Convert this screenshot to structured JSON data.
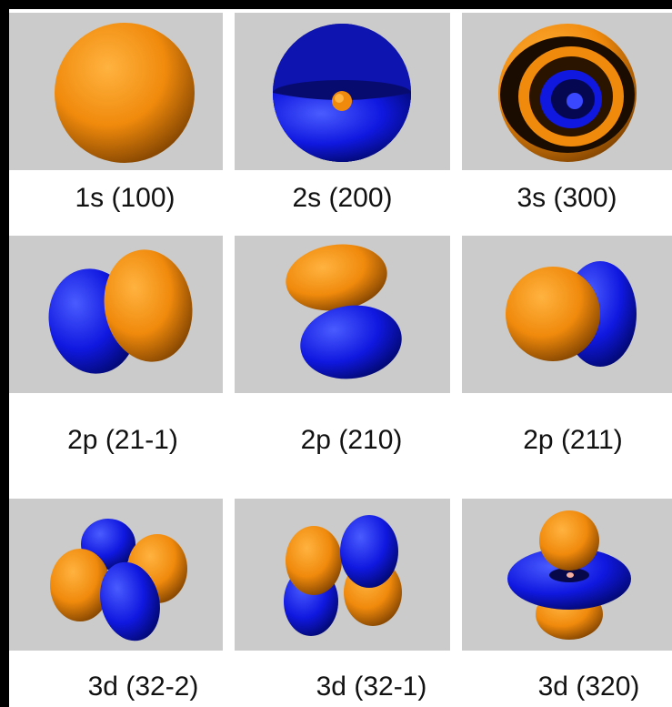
{
  "colors": {
    "positive_lobe": "#f08a0c",
    "negative_lobe": "#1018e0",
    "panel_background": "#cbcbcb",
    "page_background": "#000000"
  },
  "orbitals": [
    {
      "id": "1s",
      "label": "1s (100)"
    },
    {
      "id": "2s",
      "label": "2s (200)"
    },
    {
      "id": "3s",
      "label": "3s (300)"
    },
    {
      "id": "2p-1",
      "label": "2p (21-1)"
    },
    {
      "id": "2p0",
      "label": "2p (210)"
    },
    {
      "id": "2p1",
      "label": "2p (211)"
    },
    {
      "id": "3d-2",
      "label": "3d (32-2)"
    },
    {
      "id": "3d-1",
      "label": "3d (32-1)"
    },
    {
      "id": "3d0",
      "label": "3d (320)"
    }
  ]
}
